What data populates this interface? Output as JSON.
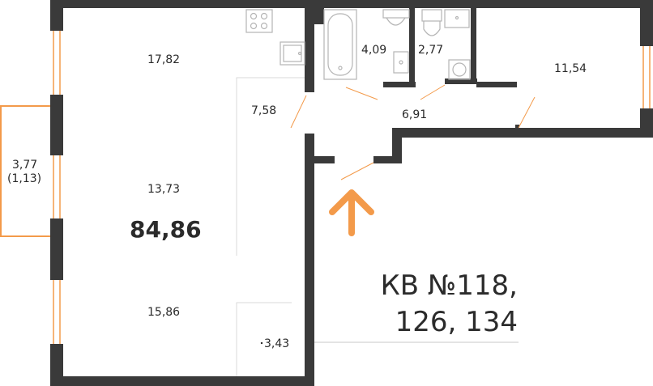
{
  "colors": {
    "wall": "#3a3a3a",
    "accent": "#f39a4a",
    "fixture": "#b5b5b5",
    "background": "#ffffff"
  },
  "areas": {
    "kitchen": "17,82",
    "living": "13,73",
    "bedroom": "15,86",
    "hall_left": "7,58",
    "bathroom": "4,09",
    "toilet": "2,77",
    "bedroom2": "11,54",
    "corridor": "6,91",
    "wardrobe": "3,43",
    "balcony": "3,77",
    "balcony_reduced": "(1,13)"
  },
  "total_area": "84,86",
  "apartment_label": {
    "line1": "КВ №118,",
    "line2": "126, 134"
  },
  "icons": [
    "stove-icon",
    "sink-icon",
    "bathtub-icon",
    "toilet-icon",
    "washing-machine-icon",
    "entrance-arrow-icon"
  ]
}
